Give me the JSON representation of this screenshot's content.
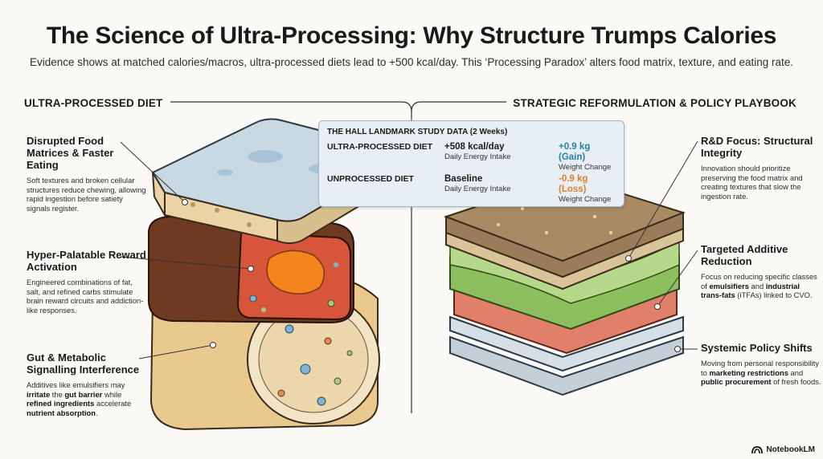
{
  "header": {
    "title": "The Science of Ultra-Processing: Why Structure Trumps Calories",
    "subtitle": "Evidence shows at matched calories/macros, ultra-processed diets lead to +500 kcal/day. This ‘Processing Paradox’ alters food matrix, texture, and eating rate."
  },
  "left": {
    "label": "ULTRA-PROCESSED DIET",
    "points": [
      {
        "title": "Disrupted Food Matrices & Faster Eating",
        "body": "Soft textures and broken cellular structures reduce chewing, allowing rapid ingestion before satiety signals register."
      },
      {
        "title": "Hyper-Palatable Reward Activation",
        "body": "Engineered combinations of fat, salt, and refined carbs stimulate brain reward circuits and addiction-like responses."
      },
      {
        "title": "Gut & Metabolic Signalling Interference",
        "body_parts": [
          "Additives like emulsifiers may ",
          "irritate",
          " the ",
          "gut barrier",
          " while ",
          "refined ingredients",
          " accelerate ",
          "nutrient absorption",
          "."
        ]
      }
    ]
  },
  "right": {
    "label": "STRATEGIC REFORMULATION & POLICY PLAYBOOK",
    "points": [
      {
        "title": "R&D Focus: Structural Integrity",
        "body": "Innovation should prioritize preserving the food matrix and creating textures that slow the ingestion rate."
      },
      {
        "title": "Targeted Additive Reduction",
        "body_parts": [
          "Focus on reducing specific classes of ",
          "emulsifiers",
          " and ",
          "industrial trans-fats",
          " (iTFAs) linked to CVO."
        ]
      },
      {
        "title": "Systemic Policy Shifts",
        "body_parts": [
          "Moving from personal responsibility to ",
          "marketing restrictions",
          " and ",
          "public procurement",
          " of fresh foods."
        ]
      }
    ]
  },
  "study": {
    "title": "THE HALL LANDMARK STUDY DATA (2 Weeks)",
    "rows": [
      {
        "diet": "ULTRA-PROCESSED DIET",
        "intake_value": "+508 kcal/day",
        "intake_label": "Daily Energy Intake",
        "weight_value": "+0.9 kg (Gain)",
        "weight_label": "Weight Change"
      },
      {
        "diet": "UNPROCESSED DIET",
        "intake_value": "Baseline",
        "intake_label": "Daily Energy Intake",
        "weight_value": "-0.9 kg (Loss)",
        "weight_label": "Weight Change"
      }
    ]
  },
  "brand": "NotebookLM",
  "colors": {
    "gain": "#2a7fa8",
    "loss": "#e0802a",
    "panel": "#e7eff4"
  }
}
